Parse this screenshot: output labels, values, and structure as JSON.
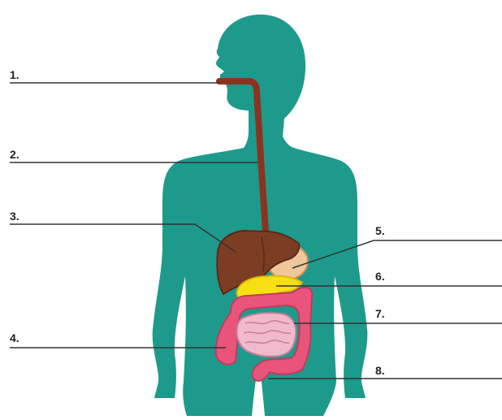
{
  "labels": {
    "one": "1.",
    "two": "2.",
    "three": "3.",
    "four": "4.",
    "five": "5.",
    "six": "6.",
    "seven": "7.",
    "eight": "8."
  },
  "colors": {
    "body": "#1d9a8c",
    "esophagus": "#8a3420",
    "liver": "#7d3d22",
    "stomach": "#efc79a",
    "pancreas": "#f6df13",
    "large_intestine": "#e8547a",
    "small_intestine": "#f1b9cc",
    "leader_line": "#333333"
  }
}
